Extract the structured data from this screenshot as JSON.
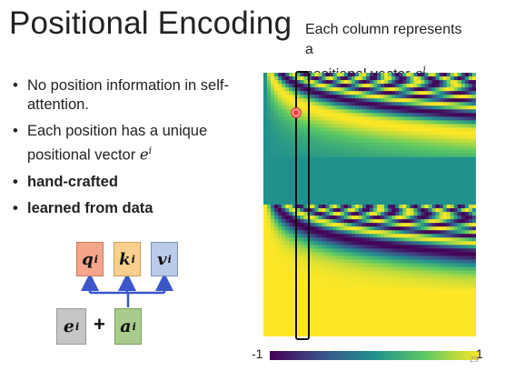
{
  "slide": {
    "title": "Positional Encoding",
    "caption_line1": "Each column represents",
    "caption_line2": "a",
    "caption_line3_prefix": "positional vector",
    "caption_var": "e",
    "caption_sup": "i",
    "page_number": "29"
  },
  "bullets": {
    "b1": "No position information in self-attention.",
    "b2_prefix": "Each position has a unique positional vector",
    "b2_var": "e",
    "b2_sup": "i",
    "b3": "hand-crafted",
    "b4": "learned from data"
  },
  "diagram": {
    "q": "q",
    "k": "k",
    "v": "v",
    "e": "e",
    "a": "a",
    "sup": "i",
    "plus": "+"
  },
  "colorbar": {
    "min": "-1",
    "max": "1"
  },
  "colors": {
    "viridis": [
      "#440154",
      "#3b528b",
      "#21918c",
      "#5ec962",
      "#fde725"
    ]
  }
}
